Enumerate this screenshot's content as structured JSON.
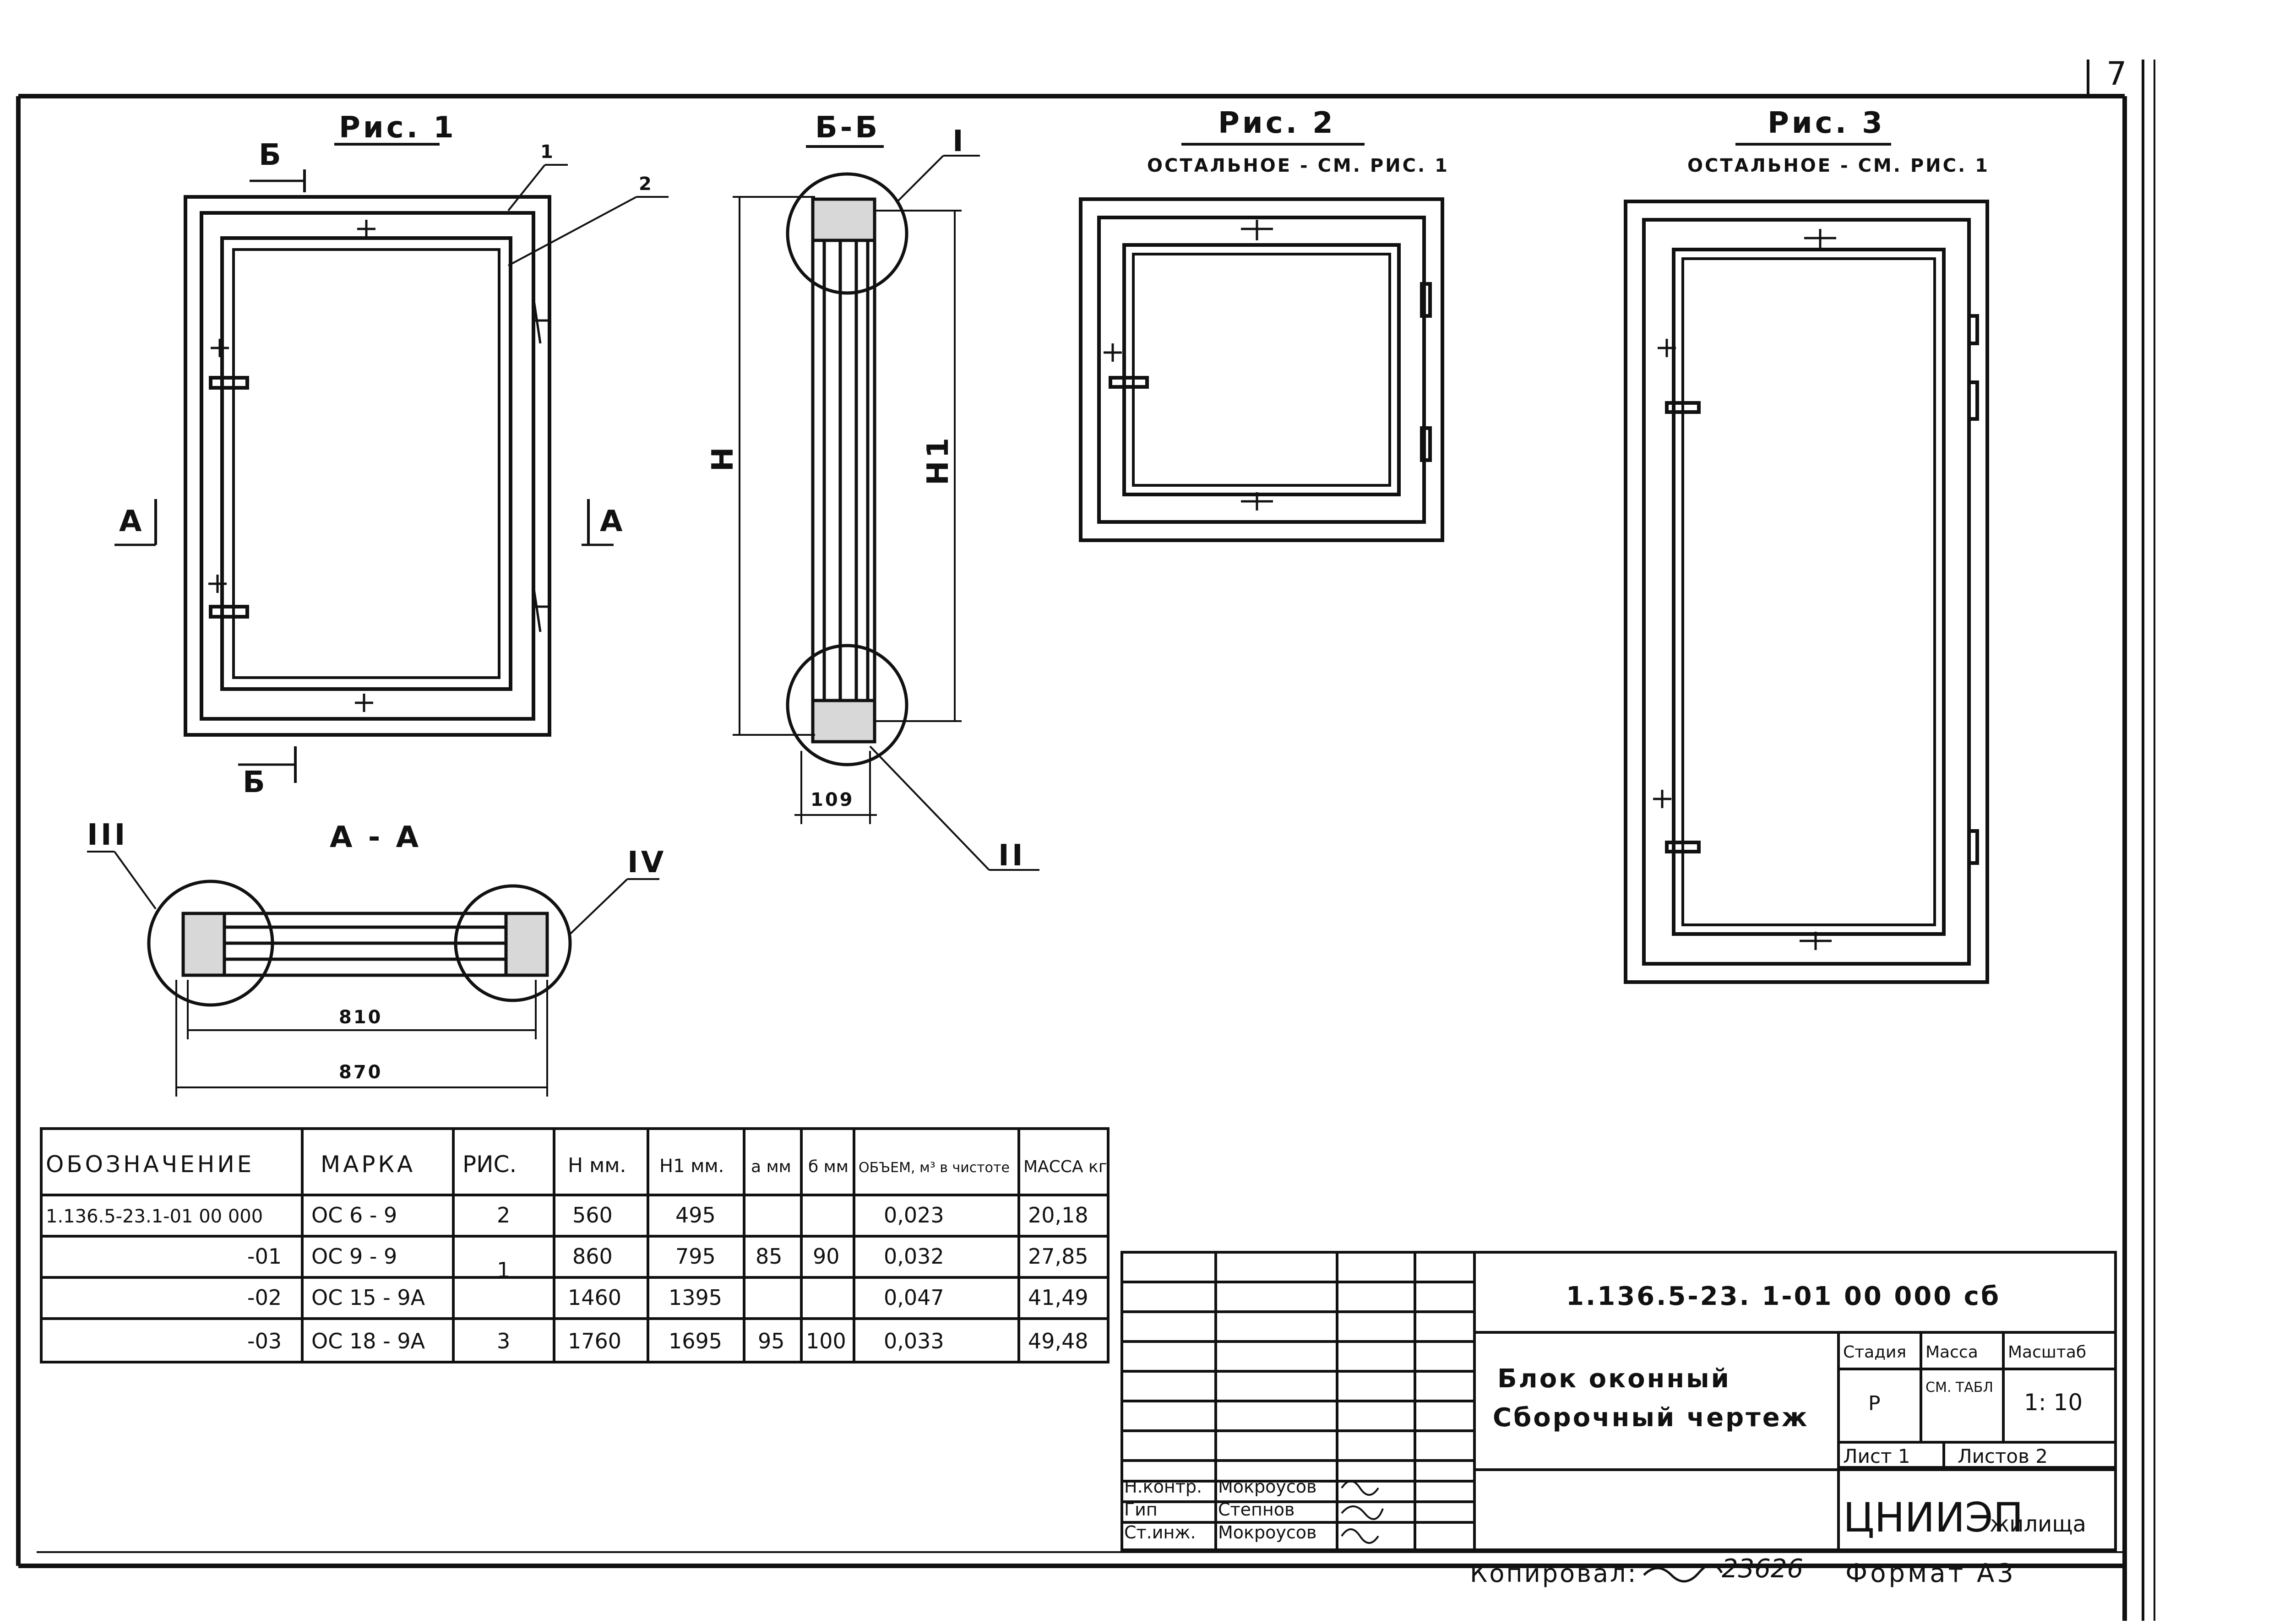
{
  "sheet_number": "7",
  "figures": {
    "fig1": {
      "title": "Рис. 1",
      "section_mark": "Б",
      "section_mark_bottom": "Б",
      "label_a_left": "А",
      "label_a_right": "А",
      "callout_1": "1",
      "callout_2": "2"
    },
    "section_bb": {
      "title": "Б-Б",
      "dim_h": "Н",
      "dim_h1": "Н1",
      "dim_109": "109",
      "node_1": "I",
      "node_2": "II"
    },
    "section_aa": {
      "title": "А - А",
      "node_3": "III",
      "node_4": "IV",
      "dim_810": "810",
      "dim_870": "870"
    },
    "fig2": {
      "title": "Рис. 2",
      "note": "ОСТАЛЬНОЕ - СМ. РИС. 1"
    },
    "fig3": {
      "title": "Рис. 3",
      "note": "ОСТАЛЬНОЕ - СМ. РИС. 1"
    }
  },
  "spec_table": {
    "headers": [
      "ОБОЗНАЧЕНИЕ",
      "МАРКА",
      "РИС.",
      "Н мм.",
      "Н1 мм.",
      "а мм",
      "б мм",
      "ОБЪЕМ, м³ в чистоте",
      "МАССА кг"
    ],
    "rows": [
      [
        "1.136.5-23.1-01 00 000",
        "ОС 6 - 9",
        "2",
        "560",
        "495",
        "",
        "",
        "0,023",
        "20,18"
      ],
      [
        "-01",
        "ОС 9 - 9",
        "",
        "860",
        "795",
        "85",
        "90",
        "0,032",
        "27,85"
      ],
      [
        "-02",
        "ОС 15 - 9А",
        "1",
        "1460",
        "1395",
        "",
        "",
        "0,047",
        "41,49"
      ],
      [
        "-03",
        "ОС 18 - 9А",
        "3",
        "1760",
        "1695",
        "95",
        "100",
        "0,033",
        "49,48"
      ]
    ]
  },
  "title_block": {
    "code": "1.136.5-23. 1-01 00 000 сб",
    "name_line1": "Блок оконный",
    "name_line2": "Сборочный чертеж",
    "stage_label": "Стадия",
    "mass_label": "Масса",
    "scale_label": "Масштаб",
    "stage_value": "Р",
    "mass_value": "СМ. ТАБЛ",
    "scale_value": "1: 10",
    "sheet_label": "Лист 1",
    "sheets_label": "Листов 2",
    "org": "ЦНИИЭП",
    "org_suffix": "жилища",
    "roles": [
      {
        "role": "Н.контр.",
        "name": "Мокроусов"
      },
      {
        "role": "Гип",
        "name": "Степнов"
      },
      {
        "role": "Ст.инж.",
        "name": "Мокроусов"
      }
    ]
  },
  "footer": {
    "copied_label": "Копировал:",
    "copied_number": "23626",
    "format_label": "Формат А3"
  }
}
